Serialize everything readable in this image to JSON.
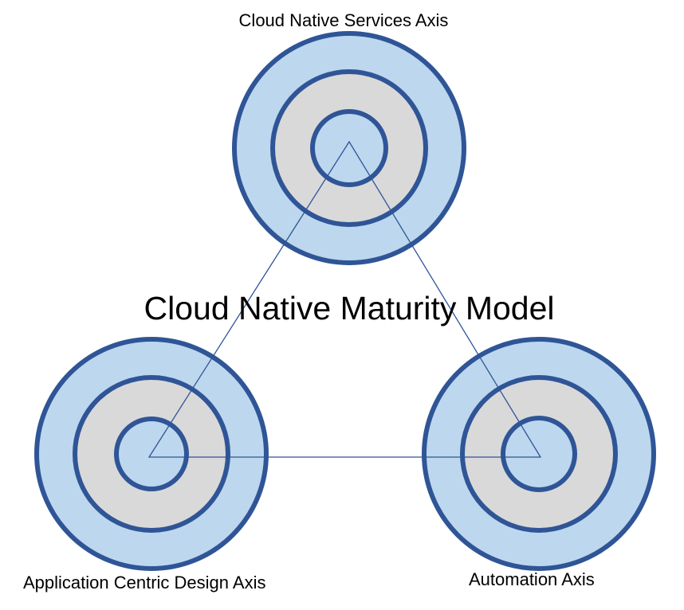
{
  "title": "Cloud Native Maturity Model",
  "axes": {
    "top": {
      "label": "Cloud Native Services Axis"
    },
    "left": {
      "label": "Application Centric Design Axis"
    },
    "right": {
      "label": "Automation Axis"
    }
  },
  "colors": {
    "ring_stroke": "#2F5597",
    "outer_fill": "#BDD7EE",
    "middle_fill": "#D9D9D9",
    "inner_fill": "#BDD7EE",
    "triangle_stroke": "#2F5597",
    "text": "#000000"
  }
}
